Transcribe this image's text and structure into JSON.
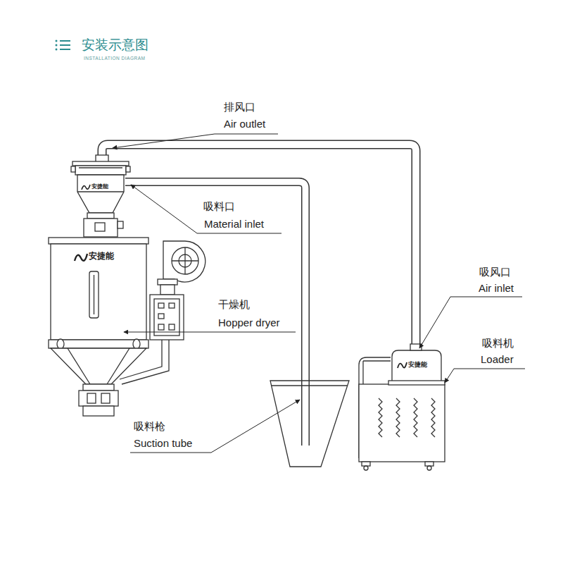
{
  "diagram": {
    "title": "安装示意图",
    "labels": [
      "INSTALLATION DIAGRAM",
      "排风口",
      "Air outlet",
      "吸料口",
      "Material inlet",
      "干燥机",
      "Hopper dryer",
      "吸料枪",
      "Suction tube",
      "吸风口",
      "Air inlet",
      "吸料机",
      "Loader",
      "安捷能",
      "安捷能",
      "安捷能"
    ]
  }
}
